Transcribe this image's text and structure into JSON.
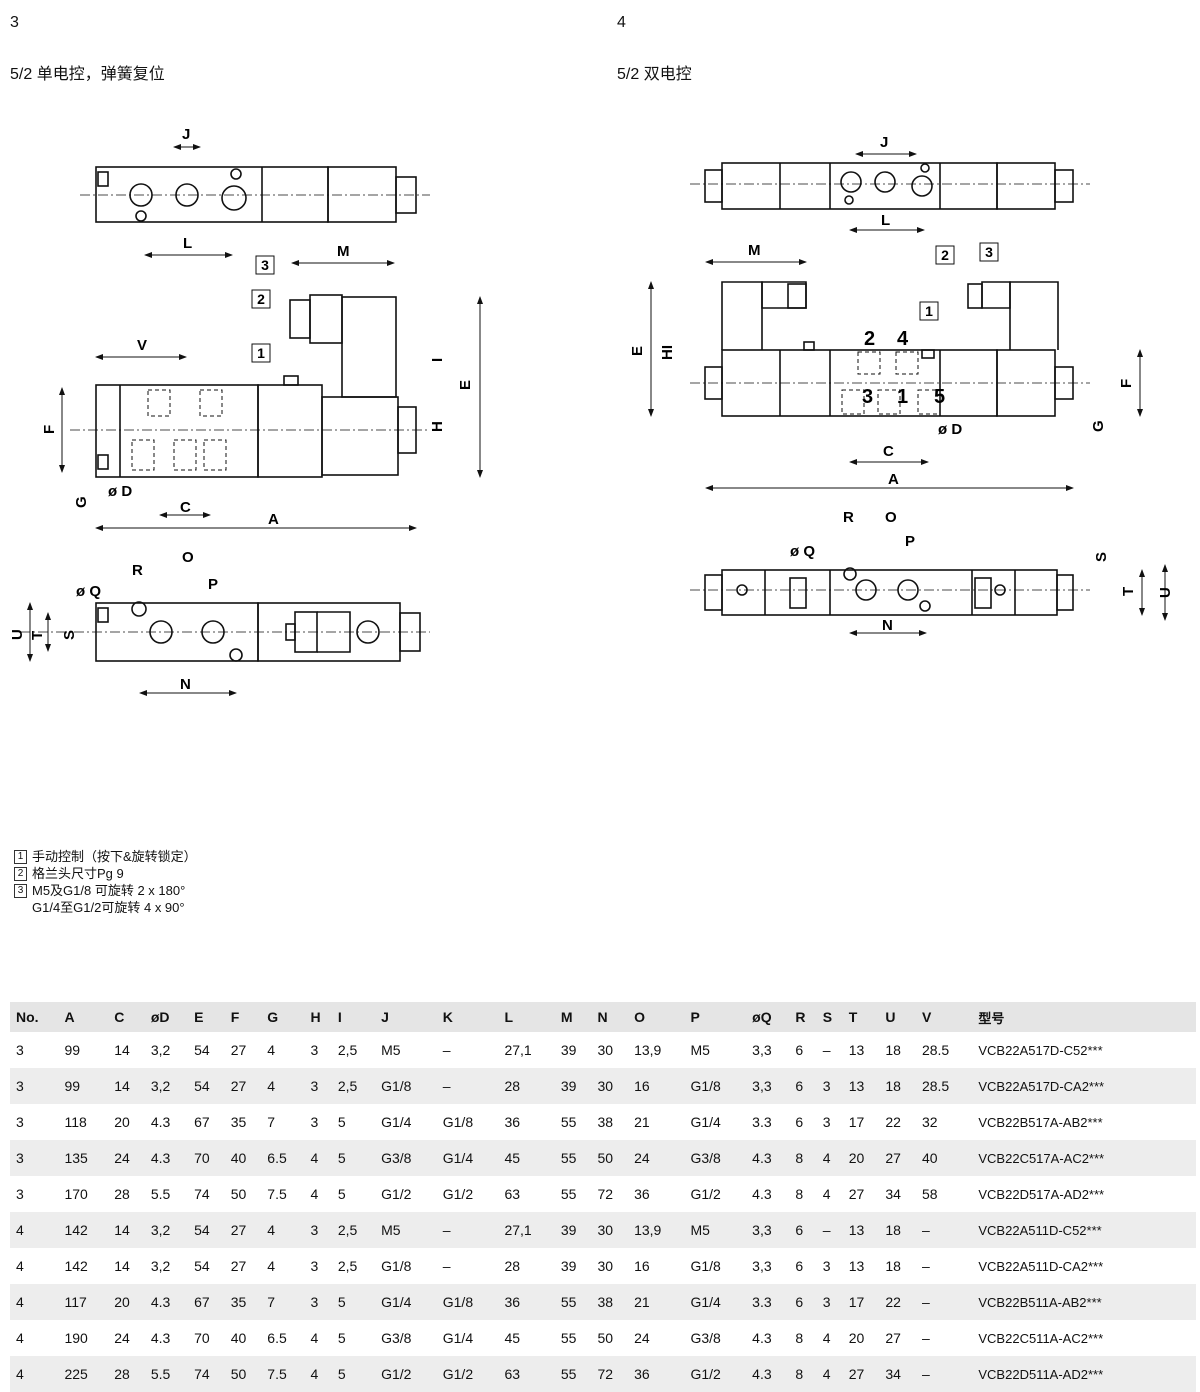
{
  "sections": [
    {
      "no": "3",
      "title": "5/2 单电控，弹簧复位"
    },
    {
      "no": "4",
      "title": "5/2 双电控"
    }
  ],
  "dim_labels": {
    "A": "A",
    "C": "C",
    "D": "ø D",
    "E": "E",
    "F": "F",
    "G": "G",
    "H": "H",
    "HI": "HI",
    "I": "I",
    "J": "J",
    "L": "L",
    "M": "M",
    "N": "N",
    "O": "O",
    "P": "P",
    "Q": "ø Q",
    "R": "R",
    "S": "S",
    "T": "T",
    "U": "U",
    "V": "V"
  },
  "callouts": [
    "1",
    "2",
    "3"
  ],
  "ports": [
    "2",
    "4",
    "3",
    "1",
    "5"
  ],
  "notes": [
    {
      "no": "1",
      "lines": [
        "手动控制（按下&旋转锁定）"
      ]
    },
    {
      "no": "2",
      "lines": [
        "格兰头尺寸Pg 9"
      ]
    },
    {
      "no": "3",
      "lines": [
        "M5及G1/8 可旋转 2 x 180°",
        "G1/4至G1/2可旋转 4 x 90°"
      ]
    }
  ],
  "table": {
    "headers": [
      "No.",
      "A",
      "C",
      "øD",
      "E",
      "F",
      "G",
      "H",
      "I",
      "J",
      "K",
      "L",
      "M",
      "N",
      "O",
      "P",
      "øQ",
      "R",
      "S",
      "T",
      "U",
      "V",
      "型号"
    ],
    "rows": [
      [
        "3",
        "99",
        "14",
        "3,2",
        "54",
        "27",
        "4",
        "3",
        "2,5",
        "M5",
        "–",
        "27,1",
        "39",
        "30",
        "13,9",
        "M5",
        "3,3",
        "6",
        "–",
        "13",
        "18",
        "28.5",
        "VCB22A517D-C52***"
      ],
      [
        "3",
        "99",
        "14",
        "3,2",
        "54",
        "27",
        "4",
        "3",
        "2,5",
        "G1/8",
        "–",
        "28",
        "39",
        "30",
        "16",
        "G1/8",
        "3,3",
        "6",
        "3",
        "13",
        "18",
        "28.5",
        "VCB22A517D-CA2***"
      ],
      [
        "3",
        "118",
        "20",
        "4.3",
        "67",
        "35",
        "7",
        "3",
        "5",
        "G1/4",
        "G1/8",
        "36",
        "55",
        "38",
        "21",
        "G1/4",
        "3.3",
        "6",
        "3",
        "17",
        "22",
        "32",
        "VCB22B517A-AB2***"
      ],
      [
        "3",
        "135",
        "24",
        "4.3",
        "70",
        "40",
        "6.5",
        "4",
        "5",
        "G3/8",
        "G1/4",
        "45",
        "55",
        "50",
        "24",
        "G3/8",
        "4.3",
        "8",
        "4",
        "20",
        "27",
        "40",
        "VCB22C517A-AC2***"
      ],
      [
        "3",
        "170",
        "28",
        "5.5",
        "74",
        "50",
        "7.5",
        "4",
        "5",
        "G1/2",
        "G1/2",
        "63",
        "55",
        "72",
        "36",
        "G1/2",
        "4.3",
        "8",
        "4",
        "27",
        "34",
        "58",
        "VCB22D517A-AD2***"
      ],
      [
        "4",
        "142",
        "14",
        "3,2",
        "54",
        "27",
        "4",
        "3",
        "2,5",
        "M5",
        "–",
        "27,1",
        "39",
        "30",
        "13,9",
        "M5",
        "3,3",
        "6",
        "–",
        "13",
        "18",
        "–",
        "VCB22A511D-C52***"
      ],
      [
        "4",
        "142",
        "14",
        "3,2",
        "54",
        "27",
        "4",
        "3",
        "2,5",
        "G1/8",
        "–",
        "28",
        "39",
        "30",
        "16",
        "G1/8",
        "3,3",
        "6",
        "3",
        "13",
        "18",
        "–",
        "VCB22A511D-CA2***"
      ],
      [
        "4",
        "117",
        "20",
        "4.3",
        "67",
        "35",
        "7",
        "3",
        "5",
        "G1/4",
        "G1/8",
        "36",
        "55",
        "38",
        "21",
        "G1/4",
        "3.3",
        "6",
        "3",
        "17",
        "22",
        "–",
        "VCB22B511A-AB2***"
      ],
      [
        "4",
        "190",
        "24",
        "4.3",
        "70",
        "40",
        "6.5",
        "4",
        "5",
        "G3/8",
        "G1/4",
        "45",
        "55",
        "50",
        "24",
        "G3/8",
        "4.3",
        "8",
        "4",
        "20",
        "27",
        "–",
        "VCB22C511A-AC2***"
      ],
      [
        "4",
        "225",
        "28",
        "5.5",
        "74",
        "50",
        "7.5",
        "4",
        "5",
        "G1/2",
        "G1/2",
        "63",
        "55",
        "72",
        "36",
        "G1/2",
        "4.3",
        "8",
        "4",
        "27",
        "34",
        "–",
        "VCB22D511A-AD2***"
      ]
    ]
  }
}
